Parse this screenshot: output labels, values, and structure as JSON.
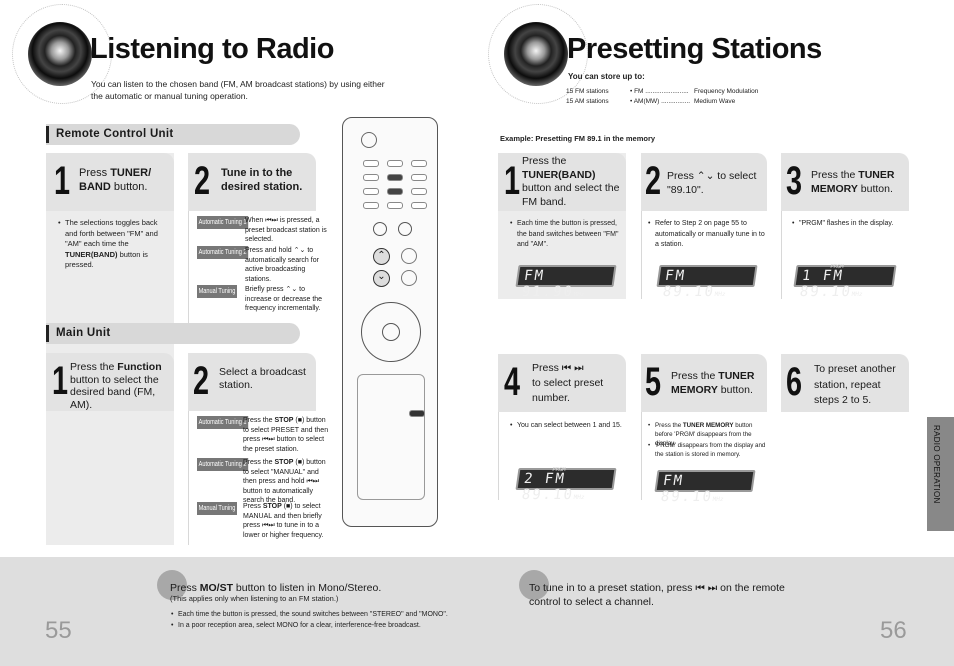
{
  "left": {
    "title": "Listening to Radio",
    "intro": "You can listen to the chosen band (FM, AM broadcast stations) by using either the automatic or manual tuning operation.",
    "remote_section": "Remote Control Unit",
    "r_step1": {
      "num": "1",
      "pre": "Press ",
      "bold": "TUNER/ BAND",
      "post": " button.",
      "note_pre": "The selections toggles back and forth between \"FM\" and \"AM\" each time the ",
      "note_bold": "TUNER(BAND)",
      "note_post": " button is pressed."
    },
    "r_step2": {
      "num": "2",
      "text": "Tune in to the desired station.",
      "tag1": "Automatic Tuning 1",
      "t1a": "When ",
      "t1b": " is pressed, a preset broadcast station is selected.",
      "tag2": "Automatic Tuning 2",
      "t2a": "Press and hold ",
      "t2b": " to automatically search for active broadcasting stations.",
      "tag3": "Manual Tuning",
      "t3a": "Briefly press ",
      "t3b": " to increase or decrease the frequency incrementally."
    },
    "main_section": "Main Unit",
    "m_step1": {
      "num": "1",
      "pre": "Press the ",
      "bold": "Function",
      "post": " button to select the desired band (FM, AM)."
    },
    "m_step2": {
      "num": "2",
      "text": "Select a broadcast station.",
      "tag1": "Automatic Tuning 1",
      "t1a": "Press the ",
      "t1bold": "STOP",
      "t1b": " button to select PRESET and then press ",
      "t1c": " button to select the preset station.",
      "tag2": "Automatic Tuning 2",
      "t2a": "Press the ",
      "t2bold": "STOP",
      "t2b": " button to select \"MANUAL\" and then press and hold ",
      "t2c": " button to automatically search the band.",
      "tag3": "Manual Tuning",
      "t3a": "Press ",
      "t3bold": "STOP",
      "t3b": " to select MANUAL and then briefly press ",
      "t3c": " to tune in to a lower or higher frequency."
    },
    "bottom": {
      "pre": "Press ",
      "bold": "MO/ST",
      "post": " button to listen in Mono/Stereo.",
      "sub": "(This applies only when listening to an FM station.)",
      "b1": "Each time the button is pressed, the sound switches between \"STEREO\" and \"MONO\".",
      "b2": "In a poor reception area, select MONO for a clear, interference-free broadcast."
    },
    "page": "55"
  },
  "right": {
    "title": "Presetting Stations",
    "store_heading": "You can store up to:",
    "store": [
      {
        "n": "15 FM stations",
        "abbr": "• FM ........................",
        "full": "Frequency Modulation"
      },
      {
        "n": "15 AM stations",
        "abbr": "• AM(MW) ................",
        "full": "Medium Wave"
      }
    ],
    "example": "Example: Presetting FM 89.1 in the memory",
    "s1": {
      "num": "1",
      "pre": "Press the ",
      "bold": "TUNER(BAND)",
      "post": " button and select the FM band.",
      "note": "Each time the button is pressed, the band switches between \"FM\" and \"AM\".",
      "disp": "FM  91.90",
      "unit": "MHz"
    },
    "s2": {
      "num": "2",
      "pre": "Press ",
      "post": " to select \"89.10\".",
      "note": "Refer to Step 2 on page 55 to automatically or manually tune in to a station.",
      "disp": "FM  89.10",
      "unit": "MHz"
    },
    "s3": {
      "num": "3",
      "pre": "Press the ",
      "bold": "TUNER MEMORY",
      "post": " button.",
      "note": "\"PRGM\" flashes in the display.",
      "disp": "1 FM  89.10",
      "prgm": "PRGM",
      "unit": "MHz"
    },
    "s4": {
      "num": "4",
      "pre": "Press ",
      "post": " to select preset number.",
      "note": "You can select between 1 and 15.",
      "disp": "2 FM  89.10",
      "prgm": "PRGM",
      "unit": "MHz"
    },
    "s5": {
      "num": "5",
      "pre": "Press the ",
      "bold": "TUNER MEMORY",
      "post": " button.",
      "n1pre": "Press the ",
      "n1bold": "TUNER MEMORY",
      "n1post": " button before 'PRGM' disappears from the display.",
      "n2": "'PRGM' disappears from the display and the station is stored in memory.",
      "disp": "FM  89.10",
      "unit": "MHz"
    },
    "s6": {
      "num": "6",
      "text": "To preset another station, repeat steps 2 to 5."
    },
    "bottom": {
      "pre": "To tune in to a preset station, press ",
      "post": " on the remote control to select a channel."
    },
    "side_tab": "RADIO OPERATION",
    "page": "56"
  },
  "colors": {
    "panel": "#ececec",
    "header": "#e3e3e3",
    "bottom": "#dedede",
    "tag": "#777777"
  }
}
